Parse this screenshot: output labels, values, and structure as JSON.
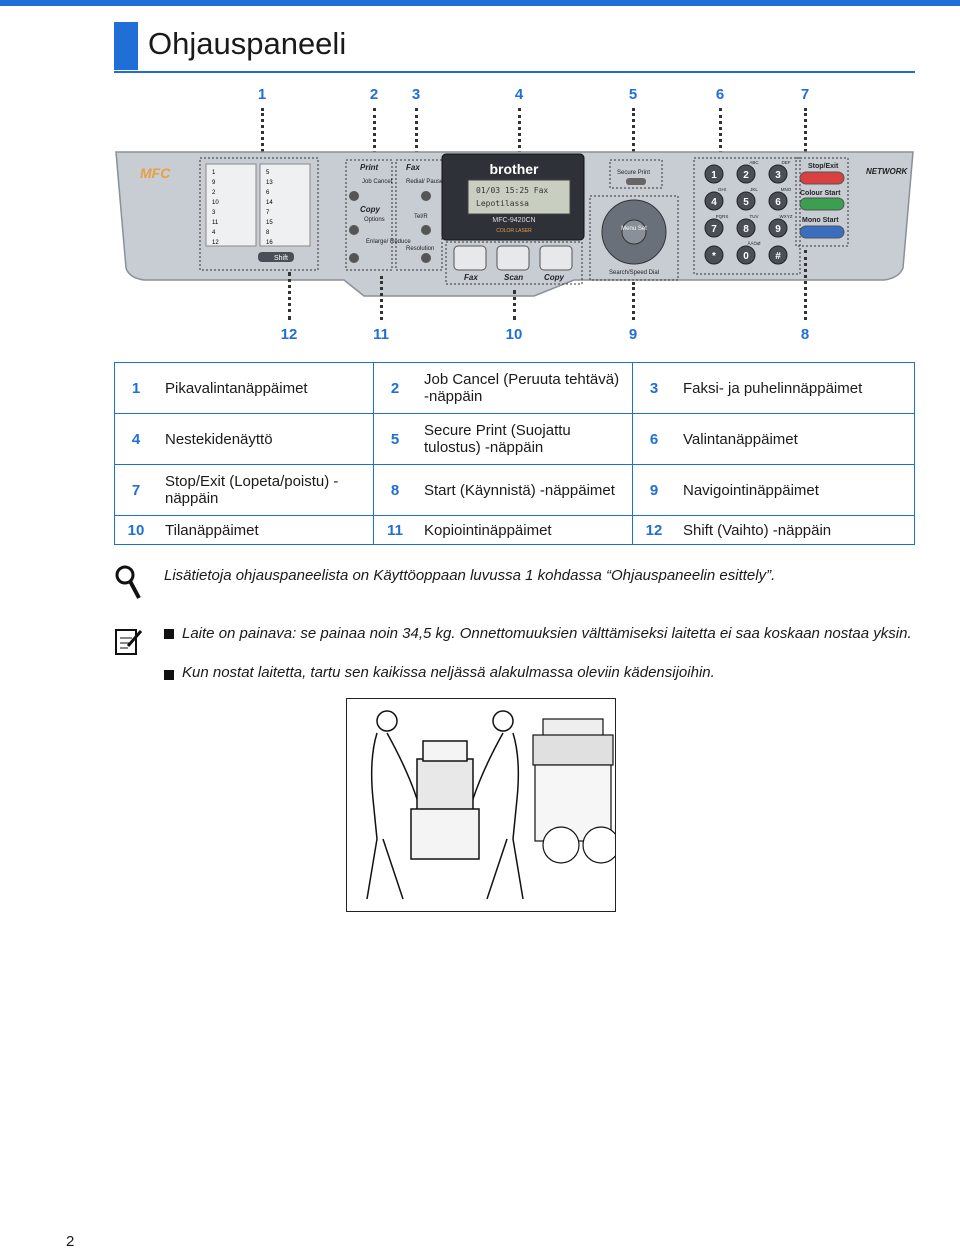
{
  "page": {
    "title": "Ohjauspaneeli",
    "page_number": "2",
    "accent_color": "#1f6fd6"
  },
  "figure": {
    "callouts_top": [
      "1",
      "2",
      "3",
      "4",
      "5",
      "6",
      "7"
    ],
    "callouts_bottom": [
      "12",
      "11",
      "10",
      "9",
      "8"
    ],
    "panel": {
      "brand_logo": "MFC",
      "lcd_brand": "brother",
      "lcd_line1": "01/03 15:25  Fax",
      "lcd_line2": "Lepotilassa",
      "model": "MFC-9420CN",
      "model_sub": "COLOR LASER",
      "network_logo": "NETWORK",
      "one_touch_left": [
        "1",
        "9",
        "2",
        "10",
        "3",
        "11",
        "4",
        "12"
      ],
      "one_touch_right": [
        "5",
        "13",
        "6",
        "14",
        "7",
        "15",
        "8",
        "16"
      ],
      "shift_label": "Shift",
      "print_header": "Print",
      "job_cancel": "Job Cancel",
      "copy_header": "Copy",
      "options": "Options",
      "enlarge_reduce": "Enlarge/ Reduce",
      "fax_header": "Fax",
      "redial_pause": "Redial/ Pause",
      "tel_r": "Tel/R",
      "resolution": "Resolution",
      "mode_fax": "Fax",
      "mode_scan": "Scan",
      "mode_copy": "Copy",
      "secure_print": "Secure Print",
      "menu_set": "Menu Set",
      "search_speed_dial": "Search/Speed Dial",
      "dial_keys": [
        {
          "digit": "1",
          "letters": ""
        },
        {
          "digit": "2",
          "letters": "ABC"
        },
        {
          "digit": "3",
          "letters": "DEF"
        },
        {
          "digit": "4",
          "letters": "GHI"
        },
        {
          "digit": "5",
          "letters": "JKL"
        },
        {
          "digit": "6",
          "letters": "MNO"
        },
        {
          "digit": "7",
          "letters": "PQRS"
        },
        {
          "digit": "8",
          "letters": "TUV"
        },
        {
          "digit": "9",
          "letters": "WXYZ"
        },
        {
          "digit": "*",
          "letters": ""
        },
        {
          "digit": "0",
          "letters": "ÅÄÖØ"
        },
        {
          "digit": "#",
          "letters": ""
        }
      ],
      "stop_exit": "Stop/Exit",
      "colour_start": "Colour Start",
      "mono_start": "Mono Start"
    }
  },
  "legend": [
    [
      {
        "num": "1",
        "text": "Pikavalintanäppäimet"
      },
      {
        "num": "2",
        "text": "Job Cancel (Peruuta tehtävä) -näppäin"
      },
      {
        "num": "3",
        "text": "Faksi- ja puhelinnäppäimet"
      }
    ],
    [
      {
        "num": "4",
        "text": "Nestekidenäyttö"
      },
      {
        "num": "5",
        "text": "Secure Print (Suojattu tulostus) -näppäin"
      },
      {
        "num": "6",
        "text": "Valintanäppäimet"
      }
    ],
    [
      {
        "num": "7",
        "text": "Stop/Exit (Lopeta/poistu) -näppäin"
      },
      {
        "num": "8",
        "text": "Start (Käynnistä) -näppäimet"
      },
      {
        "num": "9",
        "text": "Navigointinäppäimet"
      }
    ],
    [
      {
        "num": "10",
        "text": "Tilanäppäimet"
      },
      {
        "num": "11",
        "text": "Kopiointinäppäimet"
      },
      {
        "num": "12",
        "text": "Shift (Vaihto) -näppäin"
      }
    ]
  ],
  "tip": {
    "icon": "magnifier-icon",
    "text": "Lisätietoja ohjauspaneelista on Käyttöoppaan luvussa 1 kohdassa “Ohjauspaneelin esittely”."
  },
  "note": {
    "icon": "note-pencil-icon",
    "items": [
      "Laite on painava: se painaa noin 34,5 kg. Onnettomuuksien välttämiseksi laitetta ei saa koskaan nostaa yksin.",
      "Kun nostat laitetta, tartu sen kaikissa neljässä alakulmassa oleviin kädensijoihin."
    ]
  }
}
